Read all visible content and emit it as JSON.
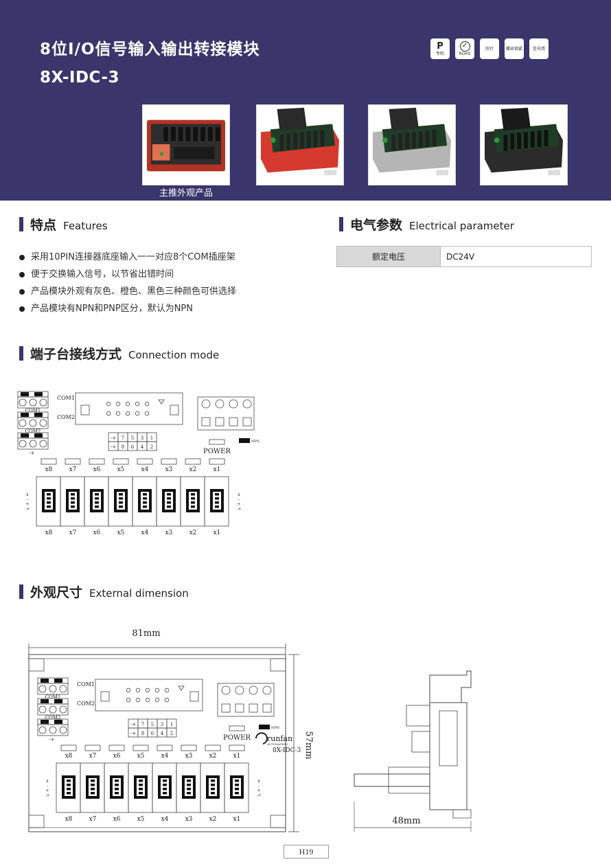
{
  "header": {
    "title_cn": "8位I/O信号输入输出转接模块",
    "model": "8X-IDC-3",
    "badges": [
      {
        "icon": "patent-icon",
        "label": "专利"
      },
      {
        "icon": "rohs-icon",
        "label": "ROHS"
      },
      {
        "icon": "crimp-pin-icon",
        "label": "压针"
      },
      {
        "icon": "screw-lock-icon",
        "label": "螺丝锁紧"
      },
      {
        "icon": "signal-icon",
        "label": "信号用"
      }
    ],
    "photo_caption": "主推外观产品",
    "photo_colors": [
      "#c0392b",
      "#d6392e",
      "#b8b8b8",
      "#2b2b2b"
    ]
  },
  "features": {
    "title_cn": "特点",
    "title_en": "Features",
    "items": [
      "采用10PIN连接器底座输入一一对应8个COM插座架",
      "便于交换输入信号，以节省出错时间",
      "产品模块外观有灰色、橙色、黑色三种颜色可供选择",
      "产品模块有NPN和PNP区分，默认为NPN"
    ]
  },
  "electrical": {
    "title_cn": "电气参数",
    "title_en": "Electrical parameter",
    "rows": [
      {
        "key": "额定电压",
        "value": "DC24V"
      }
    ]
  },
  "connection": {
    "title_cn": "端子台接线方式",
    "title_en": "Connection mode"
  },
  "dimension": {
    "title_cn": "外观尺寸",
    "title_en": "External dimension",
    "width_label": "81mm",
    "height_label": "57mm",
    "depth_label": "48mm"
  },
  "diagram": {
    "com1": "COM1",
    "com2": "COM2",
    "power": "POWER",
    "npn": "NPN",
    "model_text": "8X-IDC-3",
    "brand": "runfan",
    "brand_sub": "AUTOMATION",
    "channels": [
      "x8",
      "x7",
      "x6",
      "x5",
      "x4",
      "x3",
      "x2",
      "x1"
    ],
    "pin_top": [
      "-+",
      "7",
      "5",
      "3",
      "1"
    ],
    "pin_bottom": [
      "-+",
      "8",
      "6",
      "4",
      "2"
    ],
    "plus": "+",
    "minus": "-",
    "side_label": [
      "x",
      "-",
      "+",
      "-+"
    ]
  },
  "footer": {
    "page": "H19"
  }
}
